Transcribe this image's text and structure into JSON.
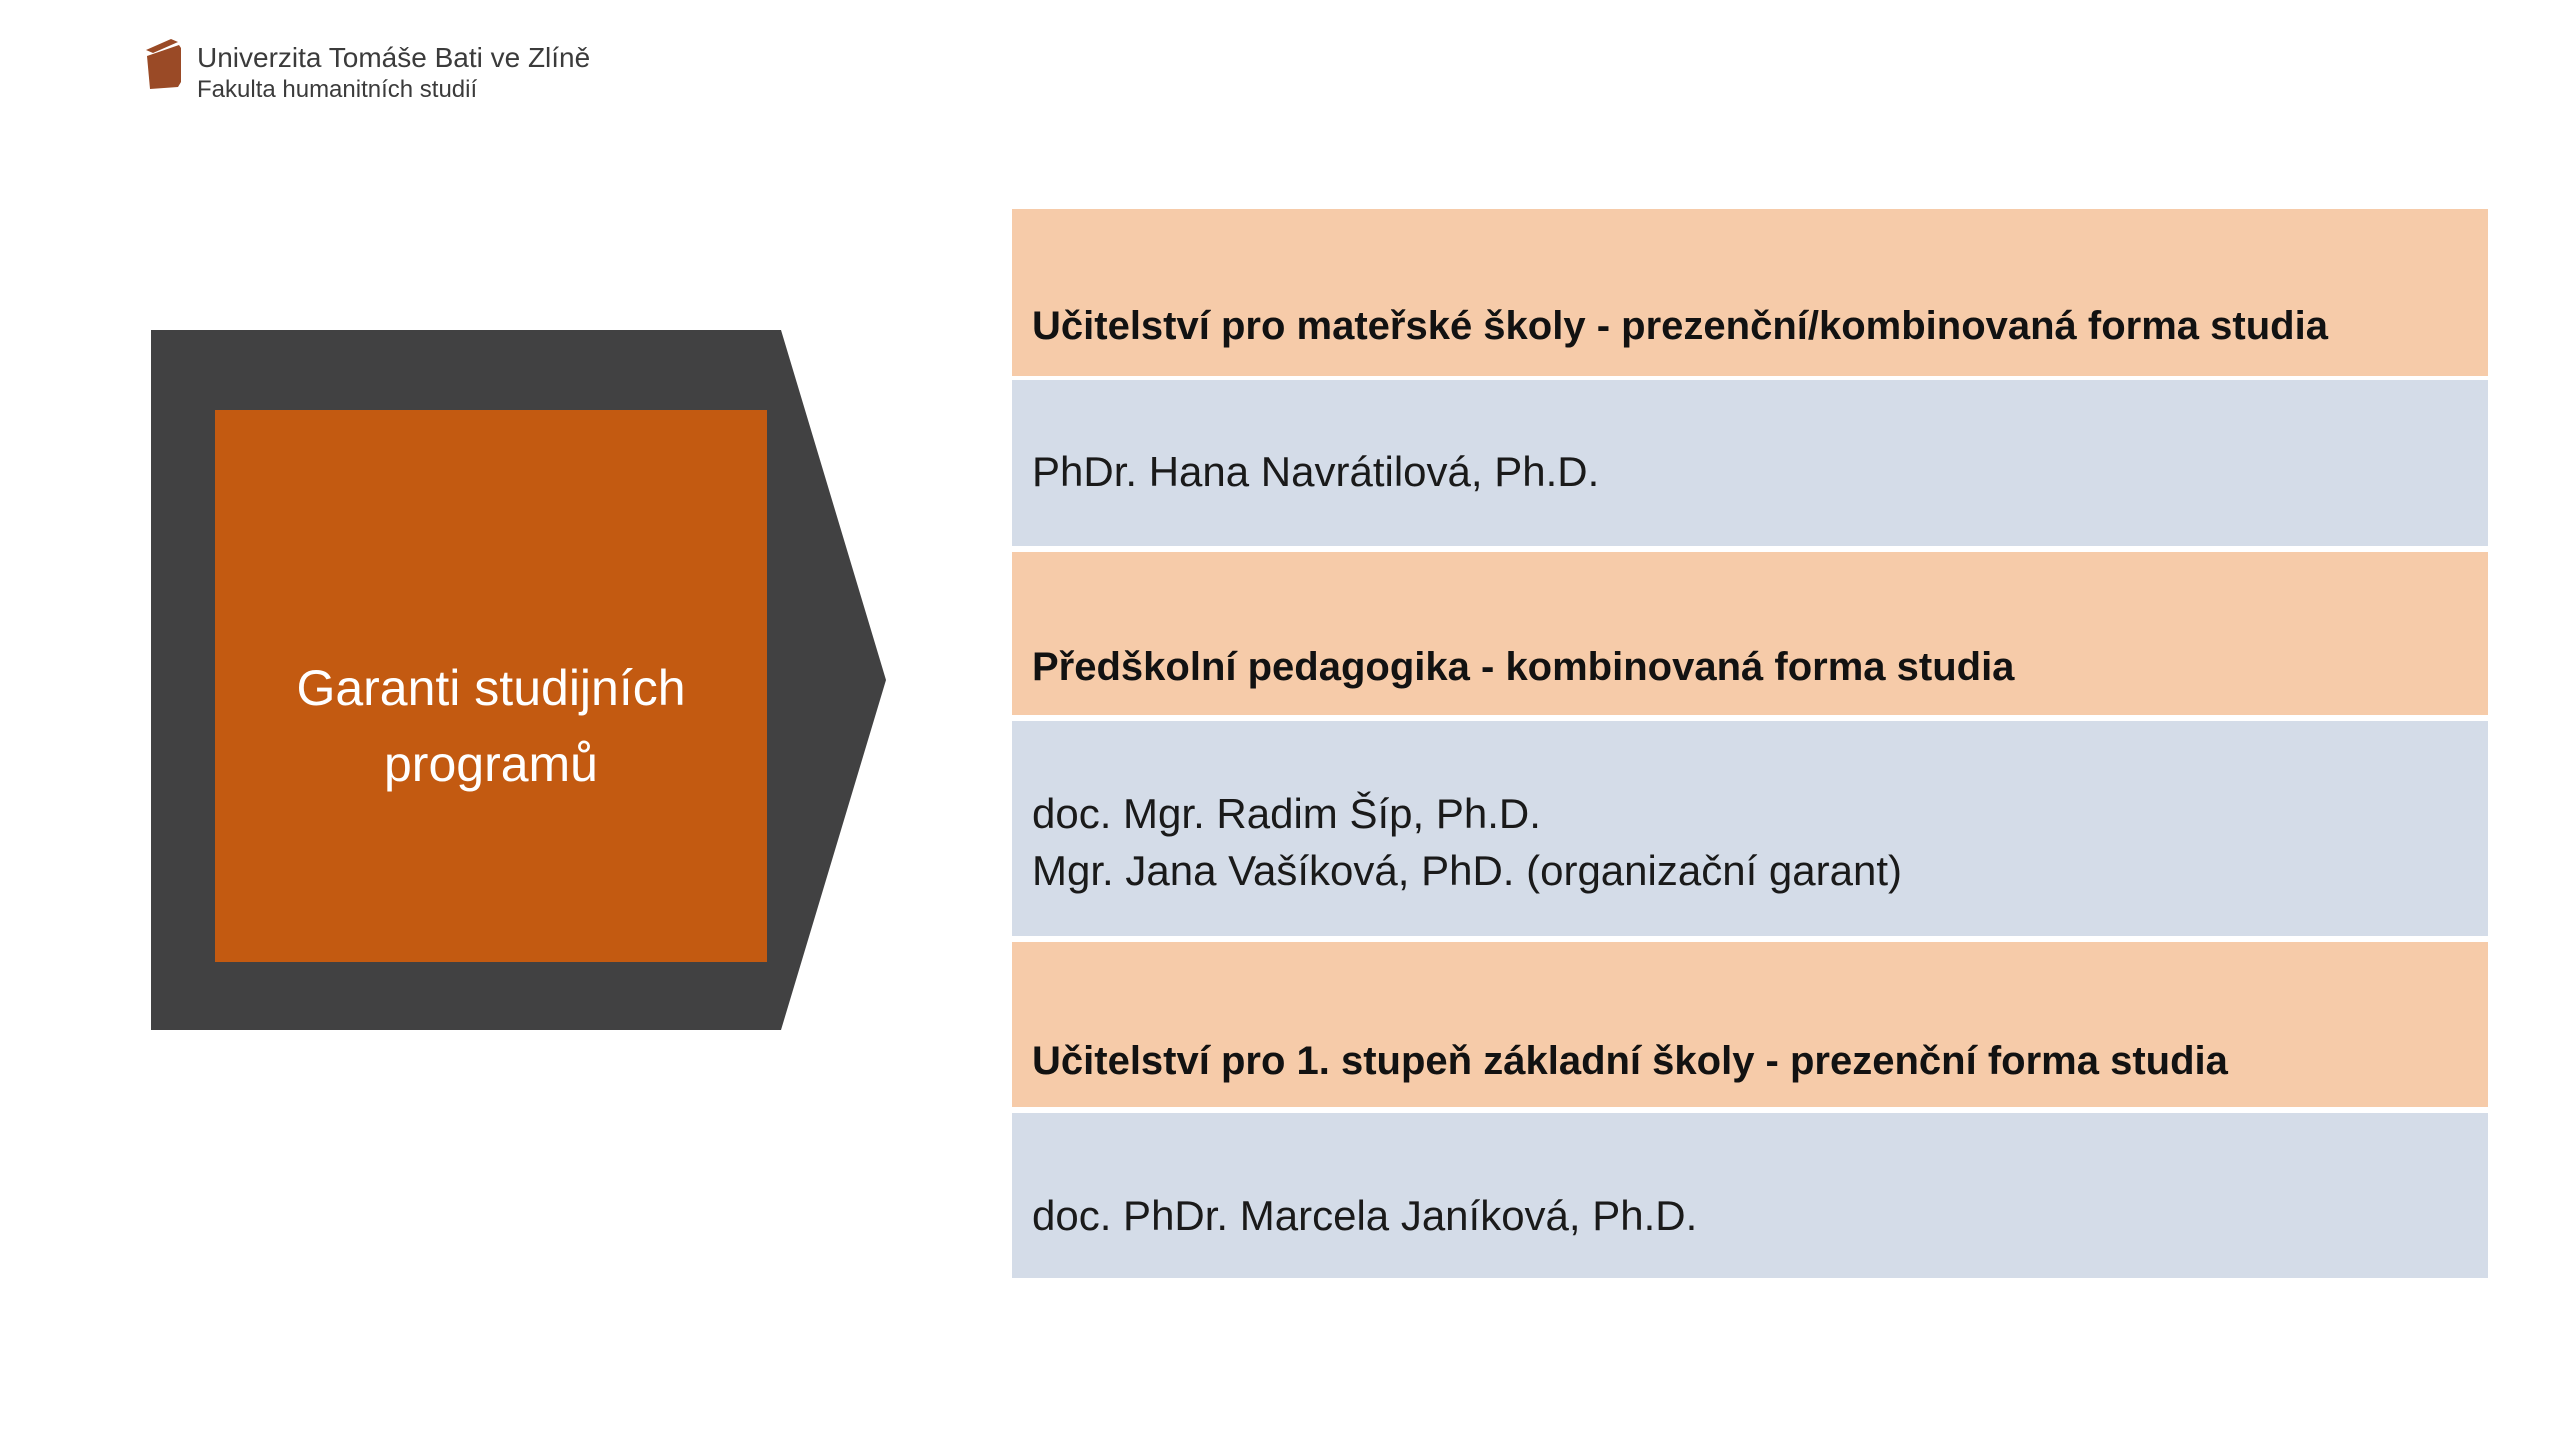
{
  "logo": {
    "university": "Univerzita Tomáše Bati ve Zlíně",
    "faculty": "Fakulta humanitních studií",
    "icon": "book-icon"
  },
  "title_box": {
    "label": "Garanti studijních programů"
  },
  "programs": [
    {
      "title": "Učitelství pro mateřské školy - prezenční/kombinovaná forma studia",
      "guarantors": [
        "PhDr. Hana Navrátilová, Ph.D."
      ]
    },
    {
      "title": "Předškolní pedagogika - kombinovaná forma studia",
      "guarantors": [
        "doc. Mgr. Radim Šíp, Ph.D.",
        "Mgr. Jana Vašíková, PhD. (organizační garant)"
      ]
    },
    {
      "title": "Učitelství pro 1. stupeň základní školy - prezenční forma studia",
      "guarantors": [
        "doc. PhDr. Marcela Janíková, Ph.D."
      ]
    }
  ],
  "colors": {
    "accent_orange": "#c35a11",
    "dark_gray": "#414142",
    "orange_tint": "#f6cba9",
    "blue_tint": "#d4dce8",
    "logo_brown": "#9a4a26"
  }
}
